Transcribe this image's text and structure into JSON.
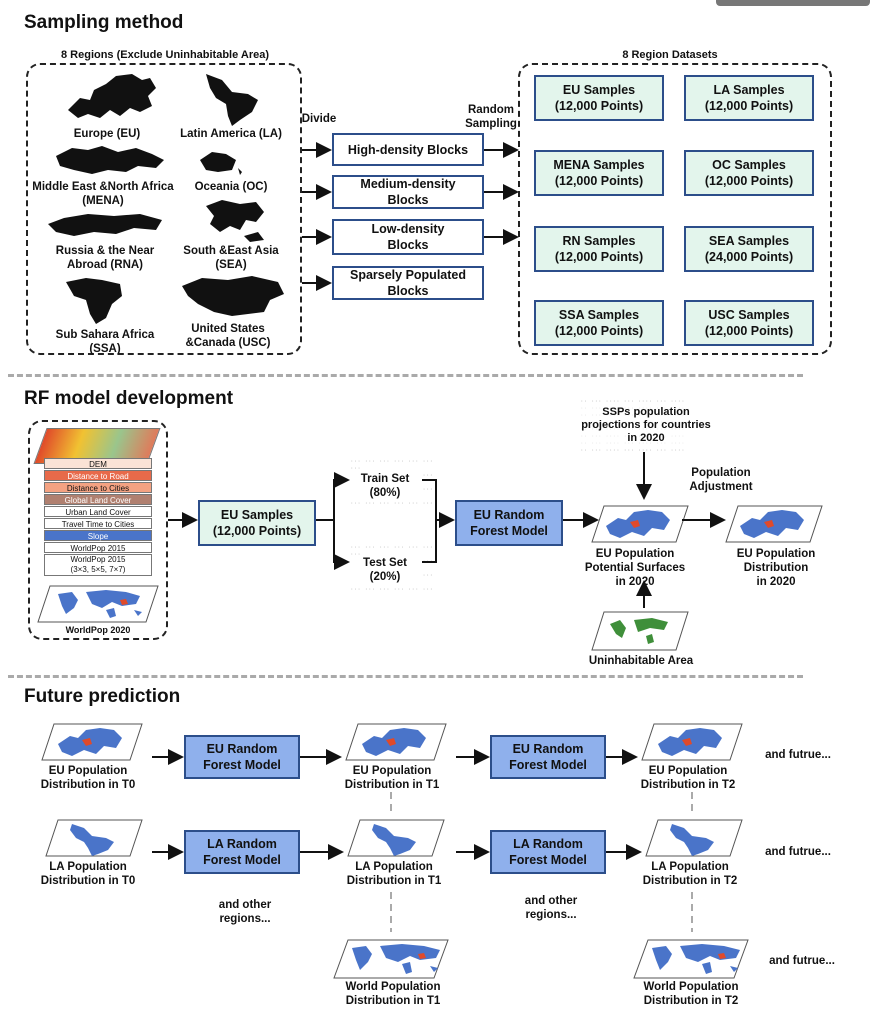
{
  "sections": {
    "sampling": "Sampling method",
    "rf": "RF model development",
    "future": "Future prediction"
  },
  "sampling": {
    "regions_header": "8 Regions (Exclude Uninhabitable Area)",
    "datasets_header": "8 Region Datasets",
    "regions": [
      "Europe (EU)",
      "Latin America (LA)",
      "Middle East &North Africa\n(MENA)",
      "Oceania (OC)",
      "Russia & the Near\nAbroad (RNA)",
      "South &East Asia\n(SEA)",
      "Sub Sahara Africa\n(SSA)",
      "United States\n&Canada (USC)"
    ],
    "divide": "Divide",
    "random_sampling": "Random\nSampling",
    "blocks": [
      "High-density Blocks",
      "Medium-density\nBlocks",
      "Low-density\nBlocks",
      "Sparsely Populated\nBlocks"
    ],
    "datasets": [
      "EU Samples\n(12,000 Points)",
      "LA Samples\n(12,000 Points)",
      "MENA Samples\n(12,000 Points)",
      "OC Samples\n(12,000 Points)",
      "RN Samples\n(12,000 Points)",
      "SEA Samples\n(24,000 Points)",
      "SSA Samples\n(12,000 Points)",
      "USC Samples\n(12,000 Points)"
    ]
  },
  "rf": {
    "layers": [
      "DEM",
      "Distance to Road",
      "Distance to Cities",
      "Global Land Cover",
      "Urban Land Cover",
      "Travel Time to Cities",
      "Slope",
      "WorldPop 2015",
      "WorldPop 2015\n(3×3, 5×5, 7×7)"
    ],
    "worldpop2020": "WorldPop 2020",
    "eu_samples": "EU Samples\n(12,000 Points)",
    "train": "Train Set\n(80%)",
    "test": "Test Set\n(20%)",
    "eu_rf": "EU Random\nForest Model",
    "ssp": "SSPs population\nprojections for countries\nin 2020",
    "pop_adjust": "Population\nAdjustment",
    "eu_potential": "EU Population\nPotential Surfaces\nin 2020",
    "eu_dist": "EU Population\nDistribution\nin 2020",
    "uninhabitable": "Uninhabitable Area"
  },
  "future": {
    "eu_t0": "EU Population\nDistribution in T0",
    "eu_rf": "EU Random\nForest Model",
    "eu_t1": "EU Population\nDistribution in T1",
    "eu_t2": "EU Population\nDistribution in T2",
    "la_t0": "LA Population\nDistribution in T0",
    "la_rf": "LA Random\nForest Model",
    "la_t1": "LA Population\nDistribution in T1",
    "la_t2": "LA Population\nDistribution in T2",
    "other_regions": "and other\nregions...",
    "and_future": "and futrue...",
    "world_t1": "World Population\nDistribution in T1",
    "world_t2": "World Population\nDistribution in T2"
  },
  "colors": {
    "box_border": "#2c4e8a",
    "green_fill": "#e3f5ec",
    "blue_fill": "#8fb0ec",
    "map_blue": "#4a74c9"
  }
}
